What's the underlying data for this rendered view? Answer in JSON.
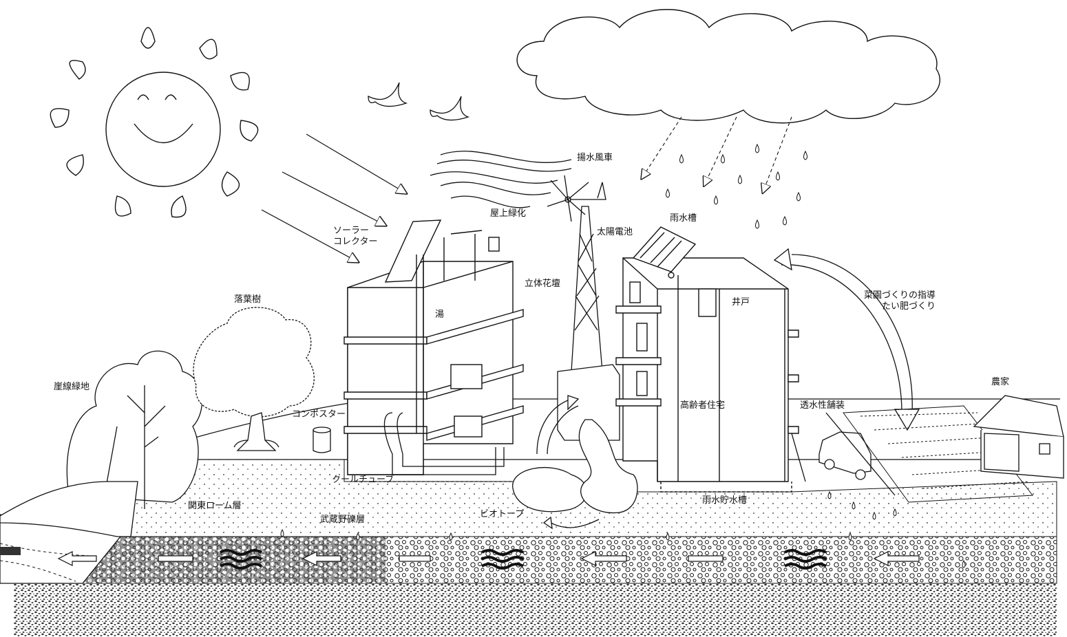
{
  "labels": {
    "rooftop_greening": "屋上緑化",
    "windmill_pump": "揚水風車",
    "solar_cell": "太陽電池",
    "rainwater_tank": "雨水槽",
    "solar_collector": "ソーラー\nコレクター",
    "vertical_planter": "立体花壇",
    "hot_water": "湯",
    "deciduous_tree": "落葉樹",
    "well": "井戸",
    "garden_guidance": "菜園づくりの指導\nたい肥づくり",
    "cliff_green": "崖線緑地",
    "composter": "コンポスター",
    "elderly_housing": "高齢者住宅",
    "permeable_pavement": "透水性舗装",
    "farmhouse": "農家",
    "cool_tube": "クールチューブ",
    "kanto_loam": "関東ローム層",
    "musashino_gravel": "武蔵野礫層",
    "biotope": "ビオトープ",
    "rainwater_storage": "雨水貯水槽"
  },
  "colors": {
    "ink": "#111111",
    "paper": "#ffffff",
    "gravel": "#555555"
  }
}
